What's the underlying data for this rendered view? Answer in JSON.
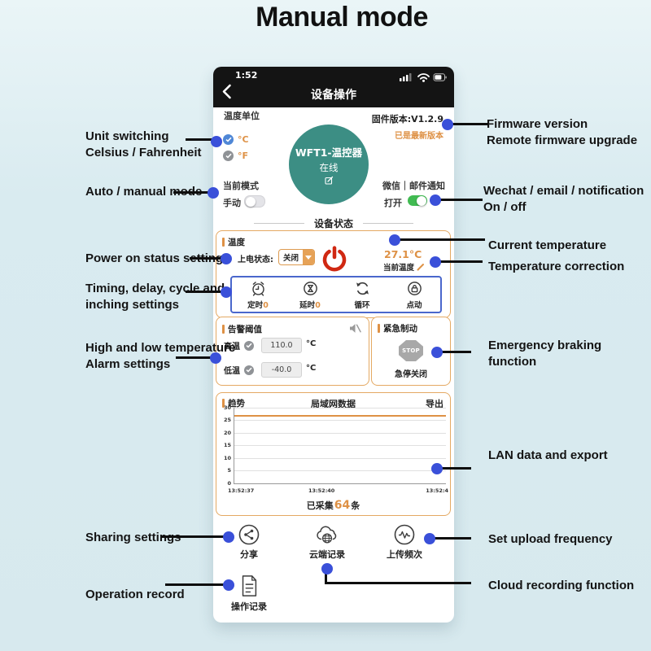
{
  "title": "Manual mode",
  "phone": {
    "status_bar": {
      "time": "1:52"
    },
    "nav": {
      "title": "设备操作"
    },
    "unit": {
      "label": "温度单位",
      "celsius": "°C",
      "fahrenheit": "°F"
    },
    "device": {
      "name": "WFT1-温控器",
      "status": "在线"
    },
    "firmware": {
      "version": "固件版本:V1.2.9",
      "latest": "已是最新版本"
    },
    "mode": {
      "label": "当前模式",
      "value": "手动"
    },
    "notify": {
      "label": "微信｜邮件通知",
      "value": "打开"
    },
    "section_divider": "设备状态",
    "temp_box": {
      "title": "温度",
      "power_state_label": "上电状态:",
      "power_state_value": "关闭",
      "current_temp": "27.1°C",
      "current_temp_label": "当前温度",
      "timers": [
        {
          "icon": "alarm-clock-icon",
          "label": "定时",
          "value": "0"
        },
        {
          "icon": "hourglass-icon",
          "label": "延时",
          "value": "0"
        },
        {
          "icon": "cycle-icon",
          "label": "循环",
          "value": ""
        },
        {
          "icon": "lock-icon",
          "label": "点动",
          "value": ""
        }
      ]
    },
    "alarm_box": {
      "title": "告警阈值",
      "high_label": "高温",
      "high_value": "110.0",
      "high_unit": "°C",
      "low_label": "低温",
      "low_value": "-40.0",
      "low_unit": "°C"
    },
    "estop_box": {
      "title": "紧急制动",
      "stop_text": "STOP",
      "status": "急停关闭"
    },
    "chart_box": {
      "title": "趋势",
      "subtitle": "局域网数据",
      "export_label": "导出",
      "collected_prefix": "已采集",
      "collected_count": "64",
      "collected_suffix": "条"
    },
    "actions": {
      "share": "分享",
      "cloud": "云端记录",
      "frequency": "上传频次",
      "record": "操作记录"
    }
  },
  "annotations": {
    "left": [
      "Unit switching\nCelsius / Fahrenheit",
      "Auto / manual mode",
      "Power on status setting",
      "Timing, delay, cycle and\ninching settings",
      "High and low temperature\nAlarm settings",
      "Sharing settings",
      "Operation record"
    ],
    "right": [
      "Firmware version\nRemote firmware upgrade",
      "Wechat / email / notification\nOn / off",
      "Current temperature",
      "Temperature correction",
      "Emergency braking function",
      "LAN data and export",
      "Set upload frequency",
      "Cloud recording function"
    ]
  },
  "chart_data": {
    "type": "line",
    "title": "局域网数据",
    "x_ticks": [
      "13:52:37",
      "13:52:40",
      "13:52:4"
    ],
    "yticks": [
      30,
      25,
      20,
      15,
      10,
      5,
      0
    ],
    "ylim": [
      0,
      30
    ],
    "series": [
      {
        "name": "温度",
        "values": [
          27.1,
          27.1,
          27.1
        ]
      }
    ],
    "grid": true,
    "legend": "none",
    "line_color": "#de9145"
  },
  "colors": {
    "accent_orange": "#de9145",
    "box_border_orange": "#e4a963",
    "timer_box_border_blue": "#4a67cc",
    "connector_dot_blue": "#3a50d9",
    "device_teal": "#3c8e84",
    "toggle_green": "#41bb52",
    "power_red": "#d02812",
    "check_blue": "#4f87d6"
  },
  "icons": [
    "chevron-left",
    "cellular-signal",
    "wifi",
    "battery",
    "edit-pencil",
    "alarm-clock",
    "hourglass",
    "cycle",
    "lock",
    "muted-speaker",
    "stop-octagon",
    "pencil",
    "power",
    "share-nodes",
    "cloud-globe",
    "waveform",
    "document"
  ]
}
